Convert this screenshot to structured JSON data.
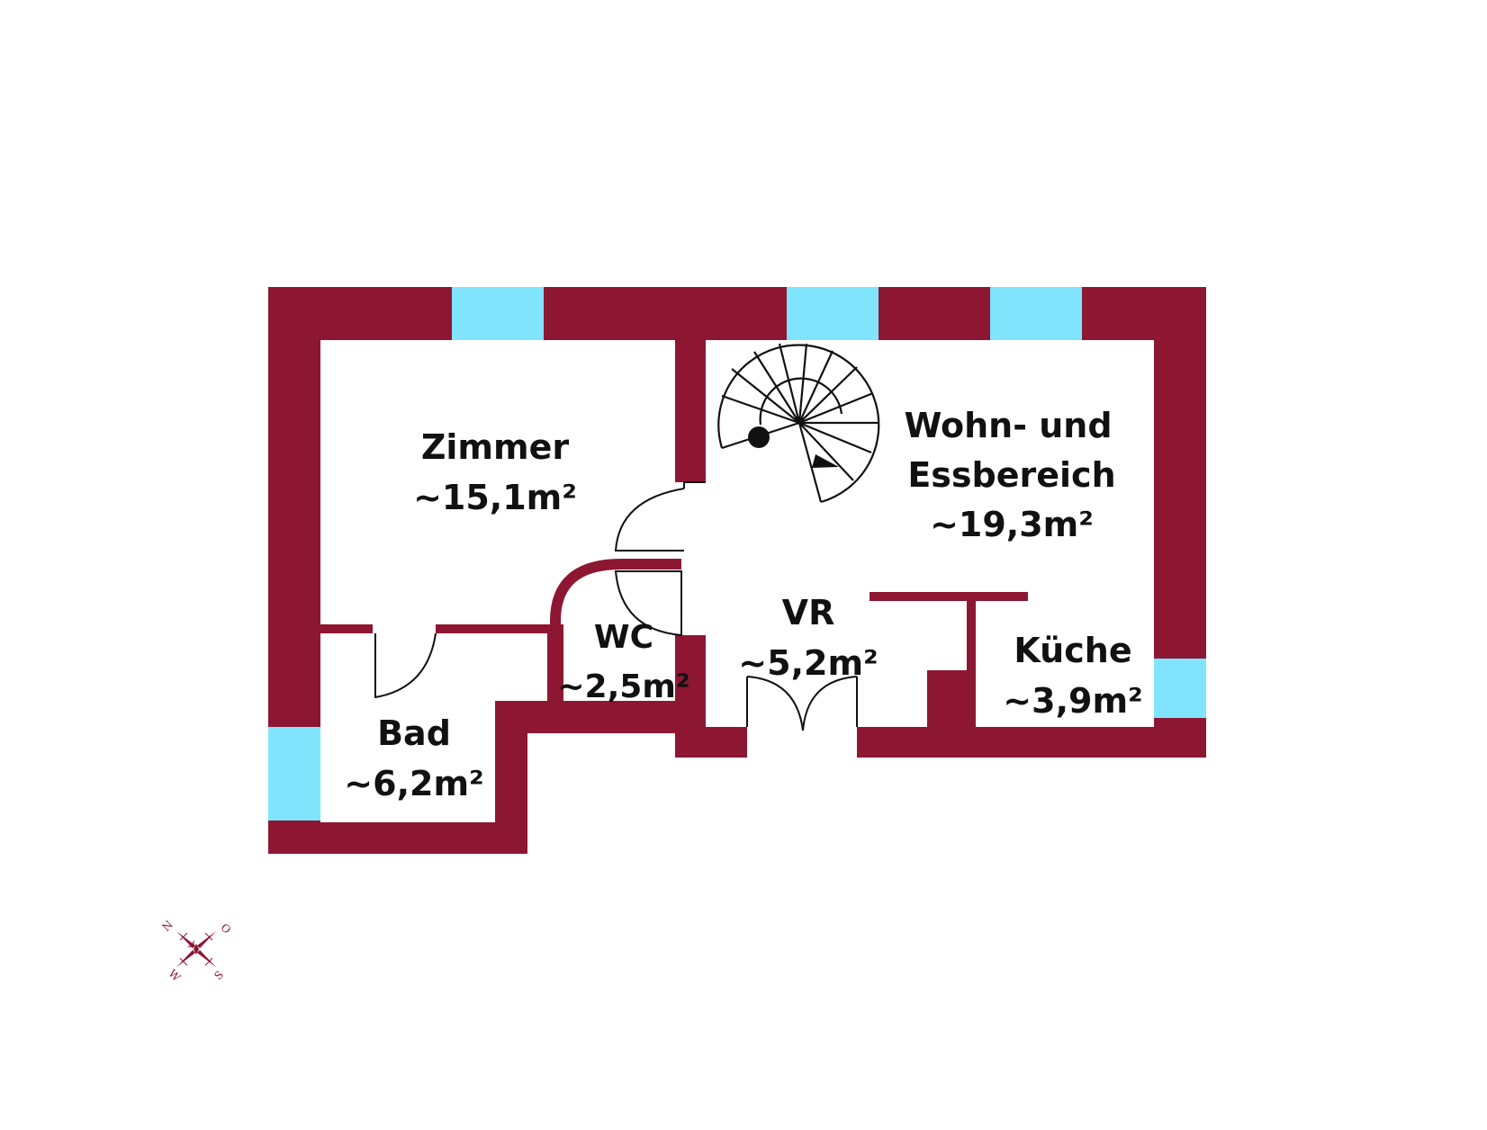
{
  "colors": {
    "wall": "#8d1732",
    "window": "#80e5fc",
    "floor": "#ffffff",
    "line": "#111111"
  },
  "rooms": {
    "zimmer": {
      "name": "Zimmer",
      "area": "~15,1m²"
    },
    "wohn": {
      "name_line1": "Wohn- und",
      "name_line2": "Essbereich",
      "area": "~19,3m²"
    },
    "wc": {
      "name": "WC",
      "area": "~2,5m²"
    },
    "vr": {
      "name": "VR",
      "area": "~5,2m²"
    },
    "kueche": {
      "name": "Küche",
      "area": "~3,9m²"
    },
    "bad": {
      "name": "Bad",
      "area": "~6,2m²"
    }
  },
  "compass": {
    "n": "N",
    "o": "O",
    "s": "S",
    "w": "W",
    "icon": "compass-rose-icon"
  },
  "staircase": {
    "icon": "spiral-staircase-icon"
  }
}
